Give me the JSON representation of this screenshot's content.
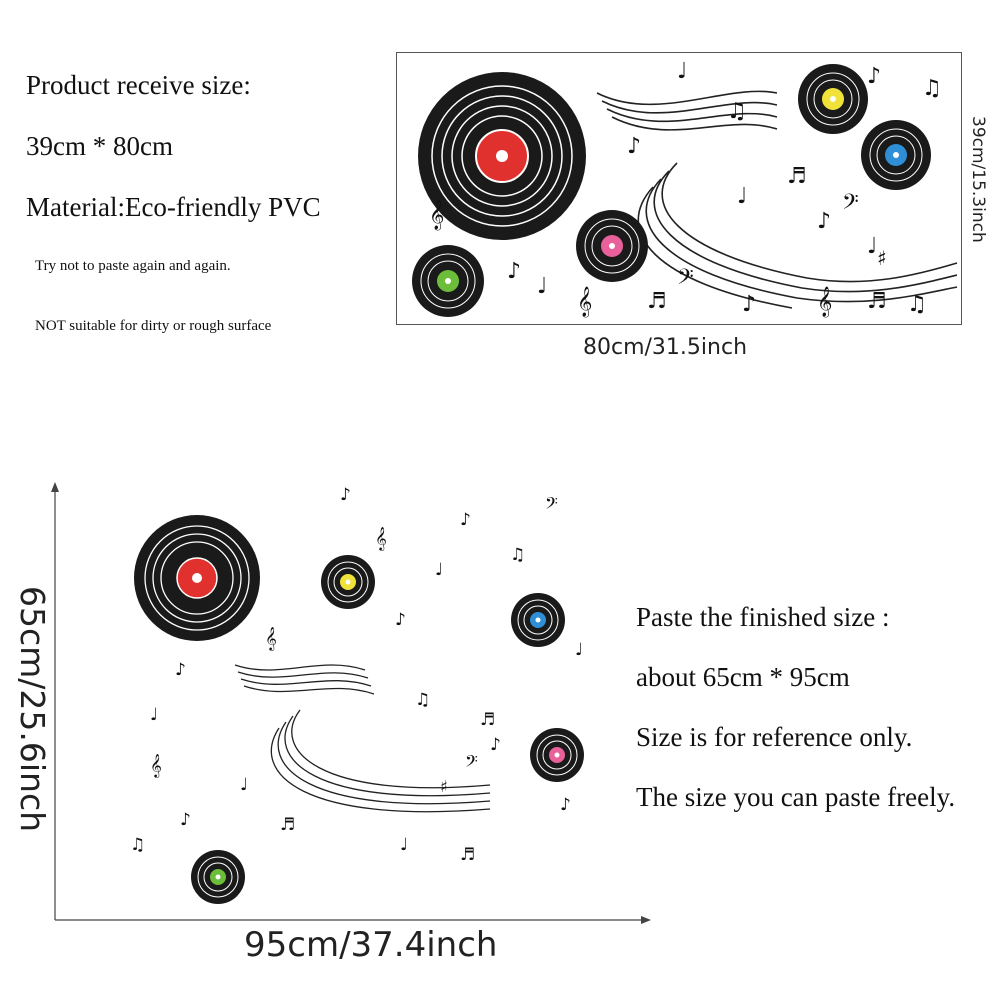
{
  "product_specs": {
    "receive_size_label": "Product receive size:",
    "receive_size_value": "39cm * 80cm",
    "material": "Material:Eco-friendly PVC",
    "notes": [
      "Try not to paste again and again.",
      "NOT suitable for dirty or rough surface"
    ]
  },
  "sticker_sheet": {
    "width_label": "80cm/31.5inch",
    "height_label": "39cm/15.3inch"
  },
  "finished_layout": {
    "width_label": "95cm/37.4inch",
    "height_label": "65cm/25.6inch"
  },
  "paste_info": {
    "lines": [
      "Paste the finished size :",
      "about 65cm * 95cm",
      "Size is for reference only.",
      "The size you can paste freely."
    ]
  },
  "colors": {
    "record_red": "#e0312f",
    "record_pink": "#e8619a",
    "record_yellow": "#f1e23a",
    "record_blue": "#2f8fd6",
    "record_green": "#6cbe3a",
    "record_black": "#1a1a1a"
  },
  "icons": [
    "vinyl-record-icon",
    "music-note-icon",
    "treble-clef-icon",
    "bass-clef-icon",
    "sharp-icon"
  ]
}
